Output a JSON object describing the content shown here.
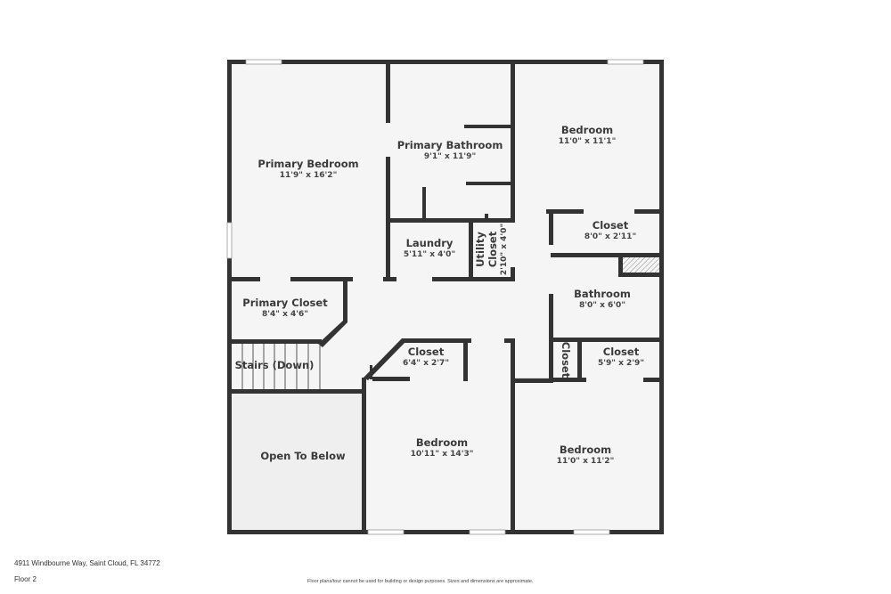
{
  "floorplan": {
    "rooms": [
      {
        "id": "primary-bedroom",
        "name": "Primary Bedroom",
        "dims": "11'9\" x 16'2\""
      },
      {
        "id": "primary-bathroom",
        "name": "Primary Bathroom",
        "dims": "9'1\" x 11'9\""
      },
      {
        "id": "bedroom-ne",
        "name": "Bedroom",
        "dims": "11'0\" x 11'1\""
      },
      {
        "id": "closet-ne",
        "name": "Closet",
        "dims": "8'0\" x 2'11\""
      },
      {
        "id": "laundry",
        "name": "Laundry",
        "dims": "5'11\" x 4'0\""
      },
      {
        "id": "utility-closet",
        "name": "Utility Closet",
        "name_line1": "Utility",
        "name_line2": "Closet",
        "dims": "2'10\" x 4'0\""
      },
      {
        "id": "bathroom",
        "name": "Bathroom",
        "dims": "8'0\" x 6'0\""
      },
      {
        "id": "primary-closet",
        "name": "Primary Closet",
        "dims": "8'4\" x 4'6\""
      },
      {
        "id": "closet-center",
        "name": "Closet",
        "dims": "6'4\" x 2'7\""
      },
      {
        "id": "closet-small",
        "name": "Closet",
        "dims": ""
      },
      {
        "id": "closet-se",
        "name": "Closet",
        "dims": "5'9\" x 2'9\""
      },
      {
        "id": "stairs",
        "name": "Stairs (Down)",
        "dims": ""
      },
      {
        "id": "open-to-below",
        "name": "Open To Below",
        "dims": ""
      },
      {
        "id": "bedroom-s",
        "name": "Bedroom",
        "dims": "10'11\" x 14'3\""
      },
      {
        "id": "bedroom-se",
        "name": "Bedroom",
        "dims": "11'0\" x 11'2\""
      }
    ],
    "colors": {
      "wall": "#333333",
      "floor": "#f5f5f5",
      "open_below": "#efefef",
      "background": "#ffffff"
    }
  },
  "footer": {
    "address": "4911 Windbourne Way, Saint Cloud, FL 34772",
    "floor": "Floor 2",
    "disclaimer": "Floor plans/tour cannot be used for building or design purposes. Sizes and dimensions are approximate."
  }
}
